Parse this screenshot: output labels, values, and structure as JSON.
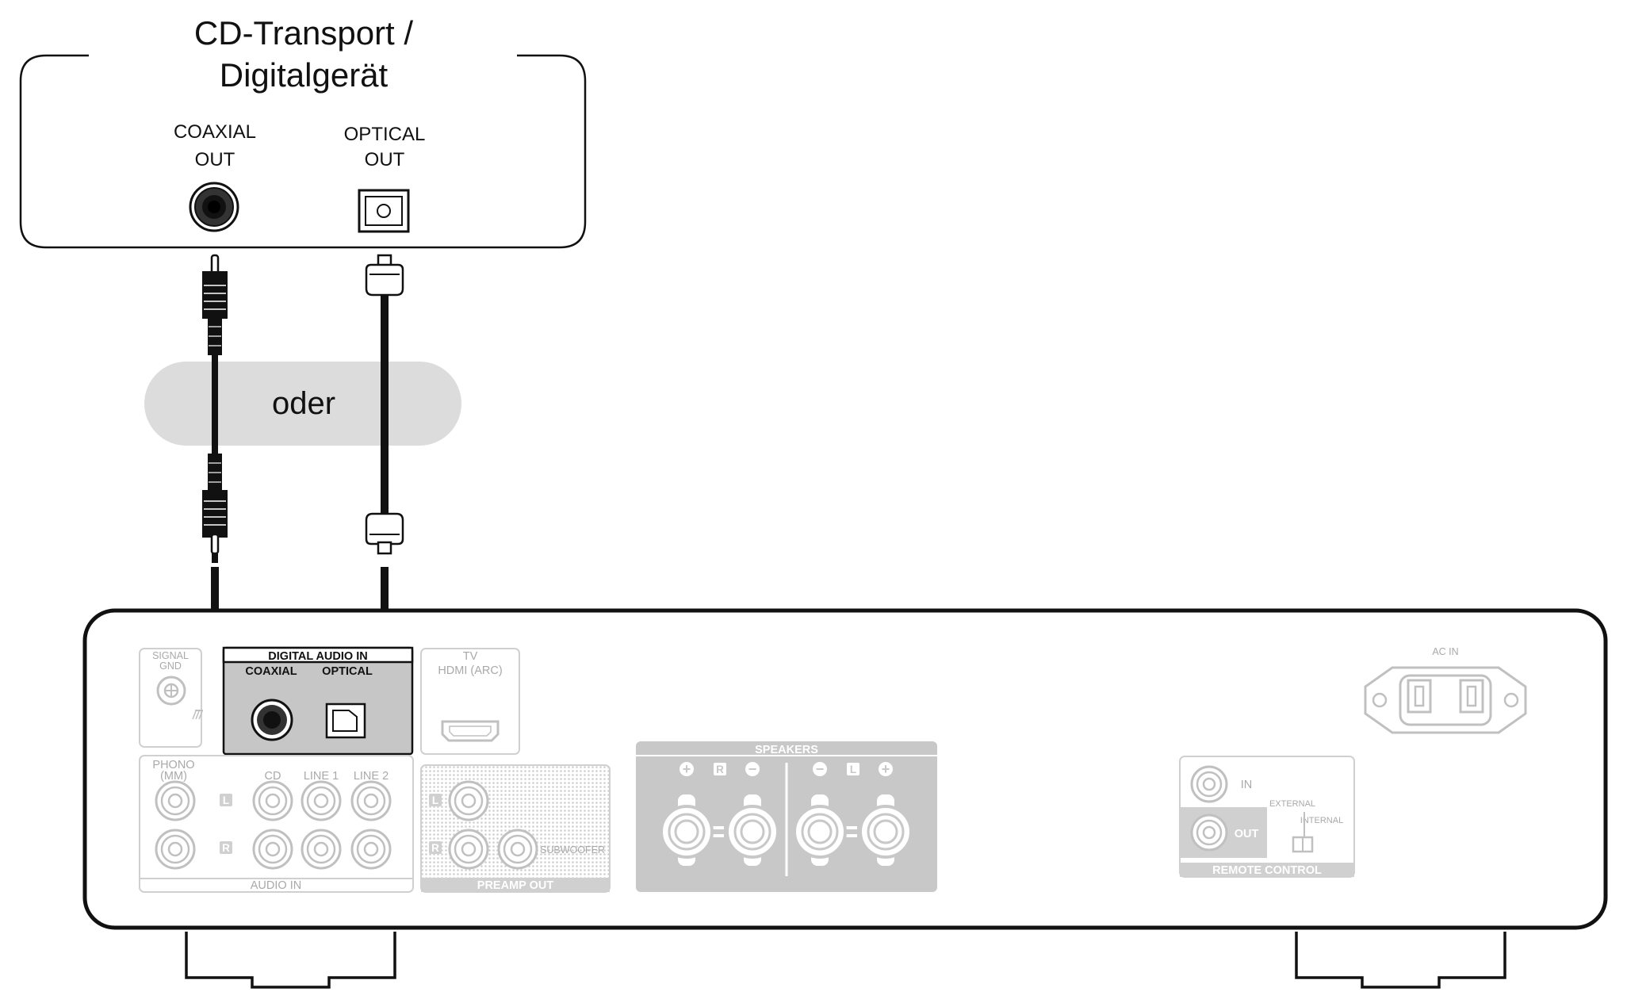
{
  "source_device": {
    "title_line1": "CD-Transport /",
    "title_line2": "Digitalgerät",
    "coaxial_line1": "COAXIAL",
    "coaxial_line2": "OUT",
    "optical_line1": "OPTICAL",
    "optical_line2": "OUT"
  },
  "or_label": "oder",
  "amplifier": {
    "signal_gnd_line1": "SIGNAL",
    "signal_gnd_line2": "GND",
    "digital_audio_in": "DIGITAL AUDIO IN",
    "coaxial": "COAXIAL",
    "optical": "OPTICAL",
    "tv": "TV",
    "hdmi_arc": "HDMI (ARC)",
    "phono_line1": "PHONO",
    "phono_line2": "(MM)",
    "cd": "CD",
    "line1": "LINE 1",
    "line2": "LINE 2",
    "left": "L",
    "right": "R",
    "audio_in": "AUDIO IN",
    "subwoofer": "SUBWOOFER",
    "preamp_out": "PREAMP OUT",
    "speakers": "SPEAKERS",
    "plus": "+",
    "minus": "−",
    "ac_in": "AC IN",
    "remote_in": "IN",
    "remote_out": "OUT",
    "external": "EXTERNAL",
    "internal": "INTERNAL",
    "remote_control": "REMOTE CONTROL"
  },
  "colors": {
    "outline": "#111111",
    "dimmed_panel": "#c8c8c8",
    "highlight_panel": "#c6c6c6",
    "or_bubble": "#dcdcdc",
    "gray_text": "#a9a9a9"
  }
}
